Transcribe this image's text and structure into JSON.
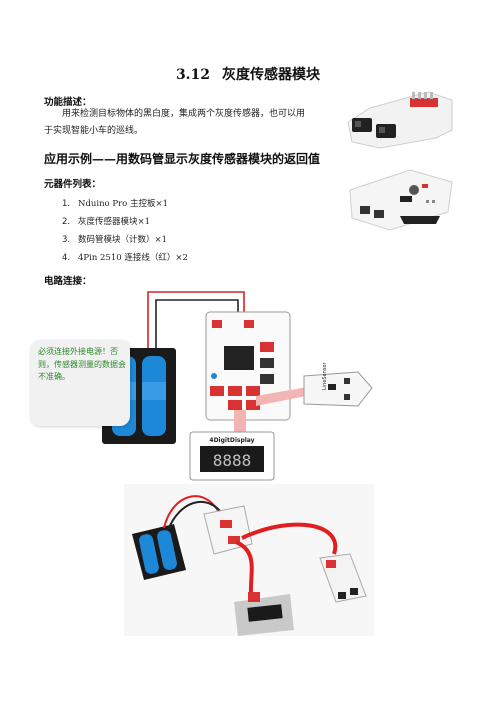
{
  "section": {
    "number": "3.12",
    "title": "灰度传感器模块"
  },
  "function_desc": {
    "heading": "功能描述：",
    "line1": "用来检测目标物体的黑白度，集成两个灰度传感器，也可以用",
    "line2": "于实现智能小车的巡线。"
  },
  "example": {
    "heading": "应用示例——用数码管显示灰度传感器模块的返回值"
  },
  "components": {
    "heading": "元器件列表：",
    "items": [
      {
        "num": "1.",
        "label": "Nduino Pro 主控板×1"
      },
      {
        "num": "2.",
        "label": "灰度传感器模块×1"
      },
      {
        "num": "3.",
        "label": "数码管模块（计数）×1"
      },
      {
        "num": "4.",
        "label": "4Pin 2510 连接线（红）×2"
      }
    ]
  },
  "wiring": {
    "heading": "电路连接："
  },
  "note": {
    "text": "必须连接外接电源！否则，传感器测量的数据会不准确。"
  },
  "diagram": {
    "display_label": "4DigitDisplay",
    "display_digits": "8888",
    "sensor_label": "LineSensor"
  },
  "colors": {
    "note_green": "#2d8a2d",
    "battery_blue": "#1e88d8",
    "board_red": "#d93232",
    "wire_red": "#e02020",
    "pink_link": "#f3b4b4"
  }
}
